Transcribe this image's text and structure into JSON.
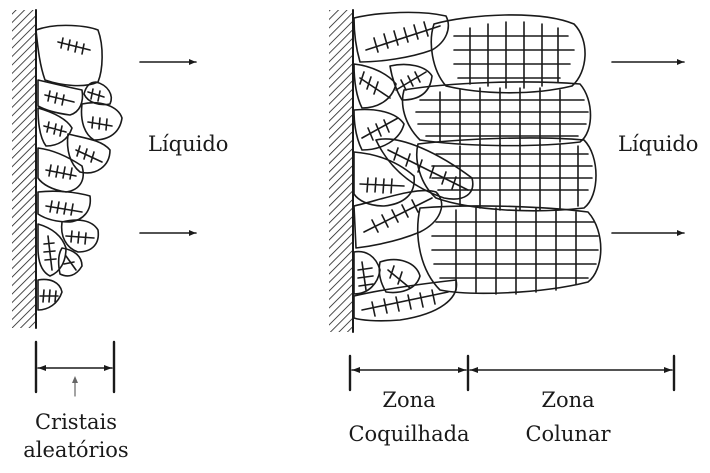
{
  "labels": {
    "liquid_left": "Líquido",
    "liquid_right": "Líquido",
    "random_crystals_line1": "Cristais",
    "random_crystals_line2": "aleatórios",
    "chill_zone_line1": "Zona",
    "chill_zone_line2": "Coquilhada",
    "columnar_zone_line1": "Zona",
    "columnar_zone_line2": "Colunar"
  },
  "colors": {
    "ink": "#1a1a1a",
    "background": "#ffffff"
  }
}
